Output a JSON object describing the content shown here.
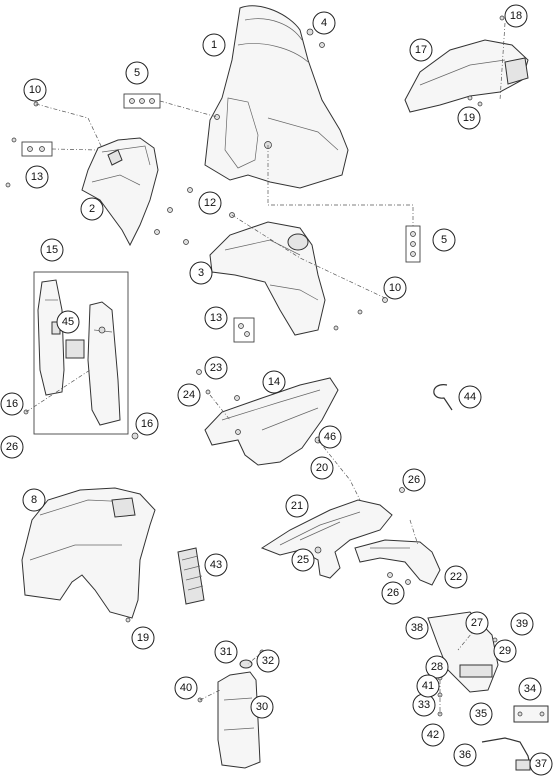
{
  "diagram": {
    "callouts": {
      "c1": "1",
      "c2": "2",
      "c3": "3",
      "c4": "4",
      "c5a": "5",
      "c5b": "5",
      "c8": "8",
      "c10a": "10",
      "c10b": "10",
      "c12": "12",
      "c13a": "13",
      "c13b": "13",
      "c14": "14",
      "c15": "15",
      "c16a": "16",
      "c16b": "16",
      "c17": "17",
      "c18": "18",
      "c19a": "19",
      "c19b": "19",
      "c20": "20",
      "c21": "21",
      "c22": "22",
      "c23": "23",
      "c24": "24",
      "c25": "25",
      "c26a": "26",
      "c26b": "26",
      "c26c": "26",
      "c27": "27",
      "c28": "28",
      "c29": "29",
      "c30": "30",
      "c31": "31",
      "c32": "32",
      "c33": "33",
      "c34": "34",
      "c35": "35",
      "c36": "36",
      "c37": "37",
      "c38": "38",
      "c39": "39",
      "c40": "40",
      "c41": "41",
      "c42": "42",
      "c43": "43",
      "c44": "44",
      "c45": "45",
      "c46": "46"
    }
  }
}
